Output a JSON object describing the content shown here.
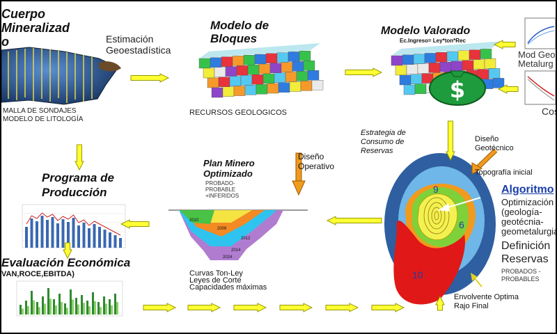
{
  "colors": {
    "arrow_fill": "#ffff33",
    "arrow_stroke": "#999900",
    "blue": "#2f5fa0",
    "link": "#1a3ea8"
  },
  "nodes": {
    "cuerpo": {
      "title": "Cuerpo\nMineralizad\no",
      "caption": "MALLA DE SONDAJES\nMODELO DE LITOLOGÍA"
    },
    "estimacion": {
      "label": "Estimación\nGeoestadística"
    },
    "bloques": {
      "title": "Modelo de\nBloques",
      "caption": "RECURSOS GEOLOGICOS"
    },
    "valorado": {
      "title": "Modelo Valorado",
      "subtitle": "Ec.Ingreso= Ley*ton*Rec"
    },
    "mod_geo": {
      "label": "Mod Geo\nMetalurg"
    },
    "costos": {
      "label": "Costos"
    },
    "estrategia": {
      "label": "Estrategia de\nConsumo de\nReservas"
    },
    "diseno_geo": {
      "label": "Diseño\nGeotécnico"
    },
    "topografia": {
      "label": "Topografía inicial"
    },
    "algoritmo": {
      "title": "Algoritmo",
      "lines": "Optimización\n(geología-\ngeotécnia-\ngeometalurgia)",
      "def": "Definición\nReservas",
      "probados": "PROBADOS -\nPROBABLES",
      "pit_labels": [
        "9",
        "6",
        "10"
      ]
    },
    "envolvente": {
      "label": "Envolvente Optima\nRajo Final"
    },
    "plan": {
      "title": "Plan Minero\nOptimizado",
      "sub": "PROBADO-\nPROBABLE\n+INFERIDOS",
      "years": [
        "2010",
        "2009",
        "2012",
        "2014",
        "2024"
      ]
    },
    "diseno_op": {
      "label": "Diseño\nOperativo"
    },
    "curvas": {
      "label": "Curvas Ton-Ley\nLeyes de Corte\nCapacidades máximas"
    },
    "programa": {
      "title": "Programa de\nProducción"
    },
    "evaluacion": {
      "title": "Evaluación Económica",
      "sub": "VAN,ROCE,EBITDA)"
    }
  }
}
